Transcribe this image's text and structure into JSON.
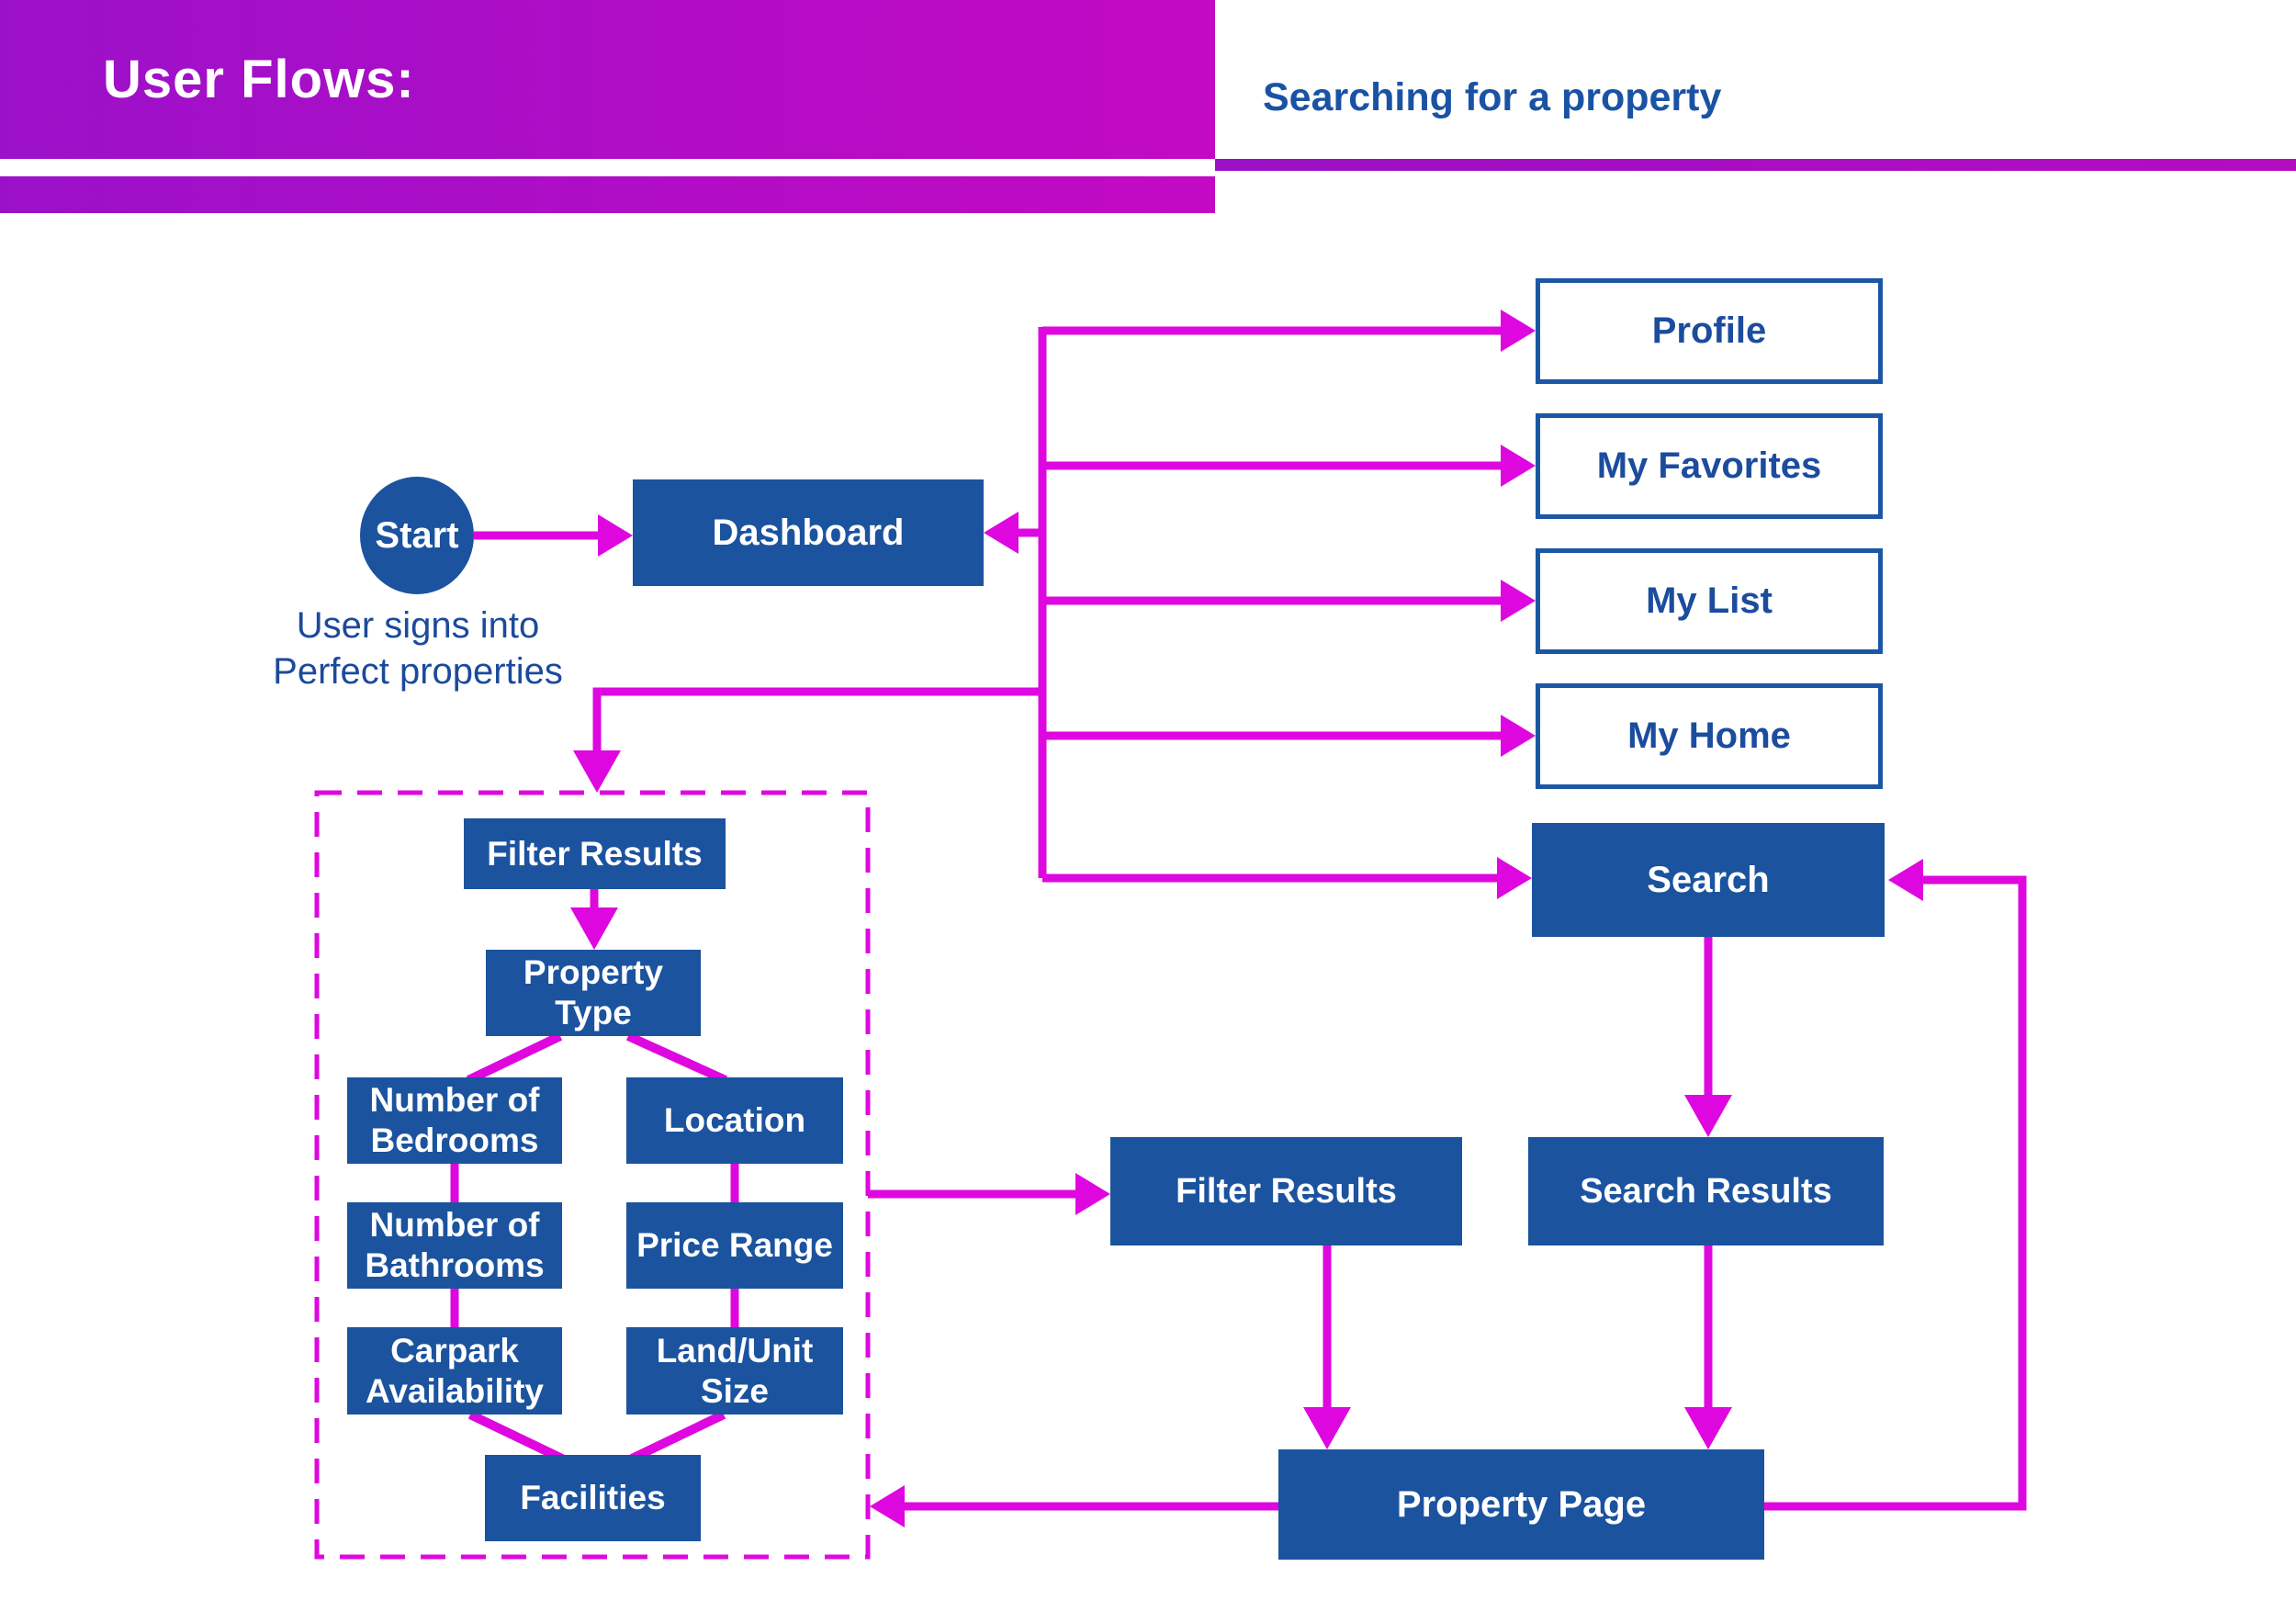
{
  "header": {
    "title": "User Flows:",
    "subtitle": "Searching for a property"
  },
  "flow": {
    "start": {
      "label": "Start",
      "caption_line1": "User signs into",
      "caption_line2": "Perfect properties"
    },
    "nodes": {
      "dashboard": "Dashboard",
      "profile": "Profile",
      "my_favorites": "My Favorites",
      "my_list": "My List",
      "my_home": "My Home",
      "search": "Search",
      "filter_results": "Filter Results",
      "property_type": "Property Type",
      "number_of_bedrooms": "Number of Bedrooms",
      "location": "Location",
      "number_of_bathrooms": "Number of Bathrooms",
      "price_range": "Price Range",
      "carpark_availability": "Carpark Availability",
      "land_unit_size": "Land/Unit Size",
      "facilities": "Facilities",
      "filter_results_2": "Filter Results",
      "search_results": "Search Results",
      "property_page": "Property Page"
    },
    "colors": {
      "node_fill": "#1B539F",
      "node_border": "#1B57A5",
      "outlined_text": "#1B4C9E",
      "connector": "#DF07DF",
      "header_gradient_left": "#9B11C9",
      "header_gradient_right": "#C309C3",
      "subtitle_text": "#1A53A4",
      "caption_text": "#1B4A9C"
    }
  }
}
